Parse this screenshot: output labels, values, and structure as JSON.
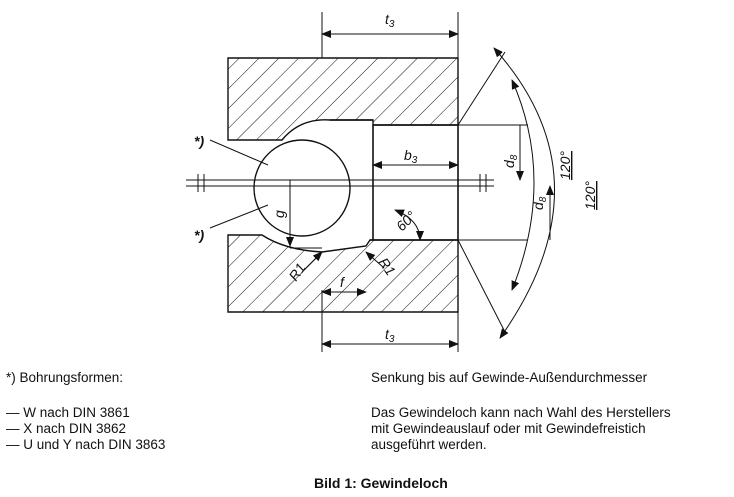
{
  "drawing": {
    "dims": {
      "t3_top": "t",
      "t3_bottom": "t",
      "t3_sub": "3",
      "b3": "b",
      "b3_sub": "3",
      "d8_inner": "d",
      "d8_outer": "d",
      "d8_sub": "8",
      "angle_120_inner": "120°",
      "angle_120_outer": "120°",
      "angle_60": "60°",
      "g": "g",
      "f": "f",
      "r1_left": "R1",
      "r1_right": "R1",
      "star_top": "*)",
      "star_bottom": "*)"
    }
  },
  "notes": {
    "left_heading": "*) Bohrungsformen:",
    "left_items": [
      "— W nach DIN 3861",
      "— X nach DIN 3862",
      "— U und Y nach DIN 3863"
    ],
    "right_heading": "Senkung bis auf Gewinde-Außendurchmesser",
    "right_text": [
      "Das Gewindeloch kann nach Wahl des Herstellers",
      "mit Gewindeauslauf oder mit Gewindefreistich",
      "ausgeführt werden."
    ]
  },
  "caption": "Bild 1: Gewindeloch"
}
